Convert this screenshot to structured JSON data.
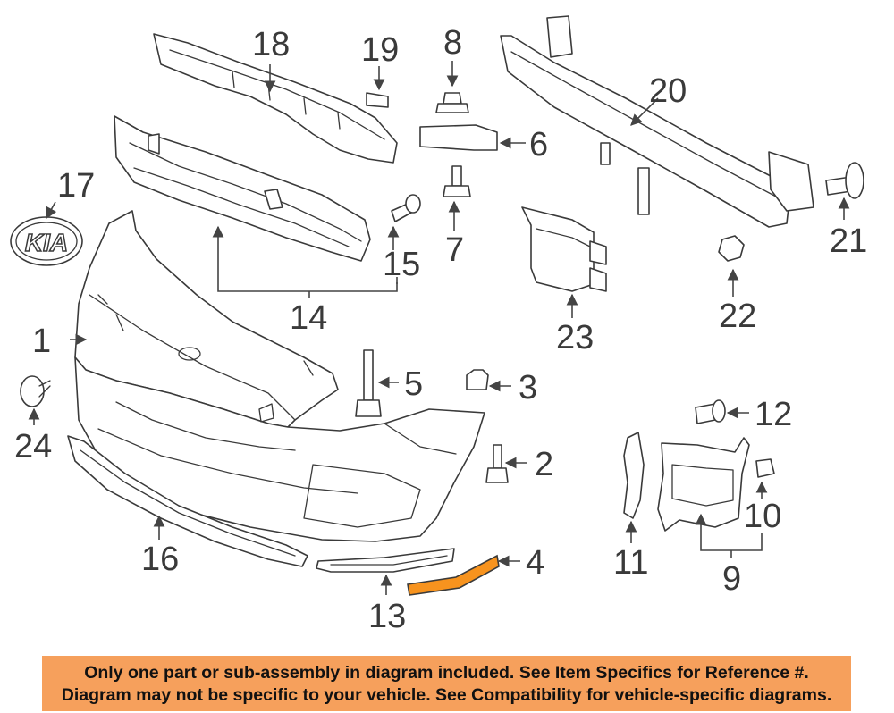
{
  "callouts": {
    "c1": "1",
    "c2": "2",
    "c3": "3",
    "c4": "4",
    "c5": "5",
    "c6": "6",
    "c7": "7",
    "c8": "8",
    "c9": "9",
    "c10": "10",
    "c11": "11",
    "c12": "12",
    "c13": "13",
    "c14": "14",
    "c15": "15",
    "c16": "16",
    "c17": "17",
    "c18": "18",
    "c19": "19",
    "c20": "20",
    "c21": "21",
    "c22": "22",
    "c23": "23",
    "c24": "24"
  },
  "emblem_text": "KIA",
  "highlight_color": "#f7931e",
  "notice": {
    "line1": "Only one part or sub-assembly in diagram included. See Item Specifics for Reference #.",
    "line2": "Diagram may not be specific to your vehicle. See Compatibility for vehicle-specific diagrams.",
    "color": "#f6a05c"
  }
}
